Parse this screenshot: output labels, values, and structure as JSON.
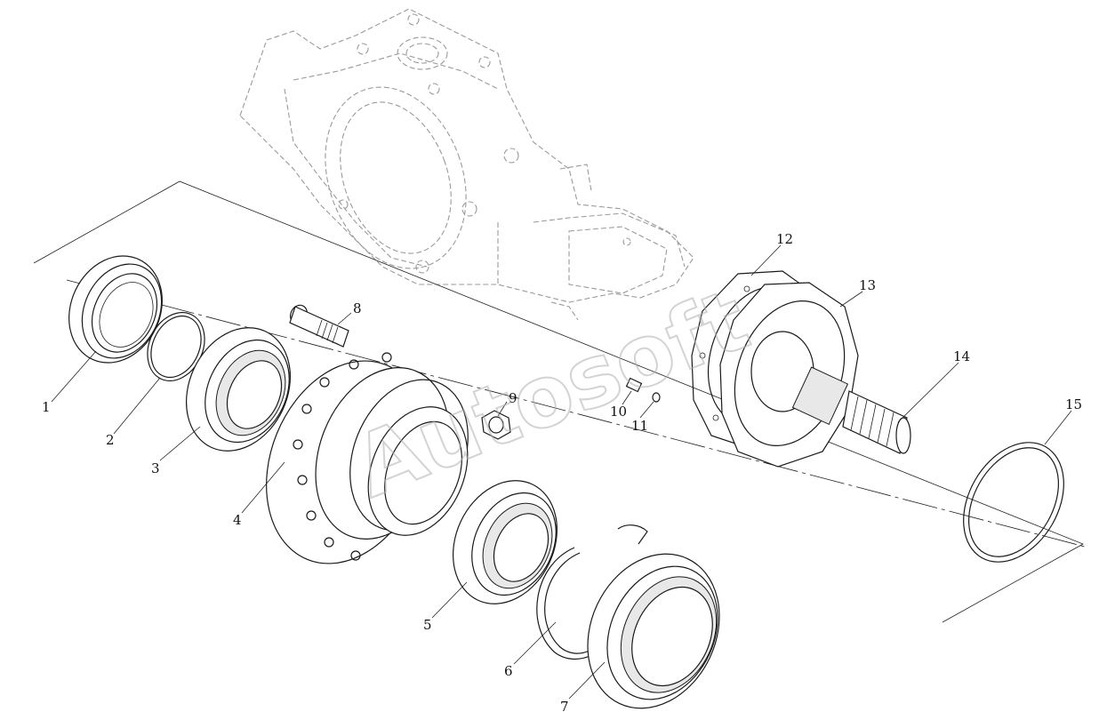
{
  "watermark": "Autosoft",
  "callouts": [
    {
      "id": "1",
      "label": "1"
    },
    {
      "id": "2",
      "label": "2"
    },
    {
      "id": "3",
      "label": "3"
    },
    {
      "id": "4",
      "label": "4"
    },
    {
      "id": "5",
      "label": "5"
    },
    {
      "id": "6",
      "label": "6"
    },
    {
      "id": "7",
      "label": "7"
    },
    {
      "id": "8",
      "label": "8"
    },
    {
      "id": "9",
      "label": "9"
    },
    {
      "id": "10",
      "label": "10"
    },
    {
      "id": "11",
      "label": "11"
    },
    {
      "id": "12",
      "label": "12"
    },
    {
      "id": "13",
      "label": "13"
    },
    {
      "id": "14",
      "label": "14"
    },
    {
      "id": "15",
      "label": "15"
    }
  ]
}
